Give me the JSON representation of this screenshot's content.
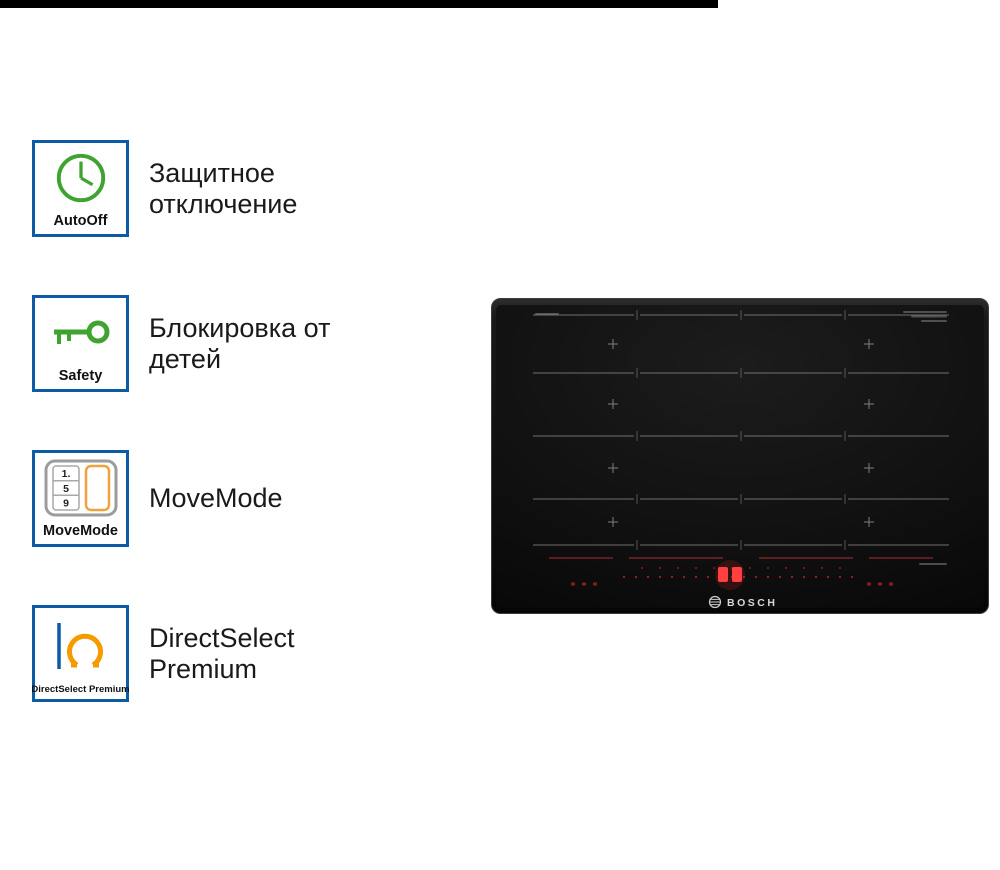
{
  "top_bar": {
    "color": "#000000"
  },
  "features": [
    {
      "badge_label": "AutoOff",
      "title": "Защитное отключение",
      "icon": "clock-icon"
    },
    {
      "badge_label": "Safety",
      "title": "Блокировка от детей",
      "icon": "key-icon"
    },
    {
      "badge_label": "MoveMode",
      "title": "MoveMode",
      "icon": "movemode-zones-icon",
      "zone_levels": [
        "1.",
        "5",
        "9"
      ]
    },
    {
      "badge_label": "DirectSelect Premium",
      "title": "DirectSelect Premium",
      "icon": "directselect-dial-icon"
    }
  ],
  "product": {
    "brand": "BOSCH"
  },
  "colors": {
    "badge_border_blue": "#0d5aa7",
    "feature_green": "#3fa32f",
    "accent_orange": "#f59b00",
    "led_red": "#ff3b3b",
    "cooktop_black": "#0f0f0f"
  }
}
